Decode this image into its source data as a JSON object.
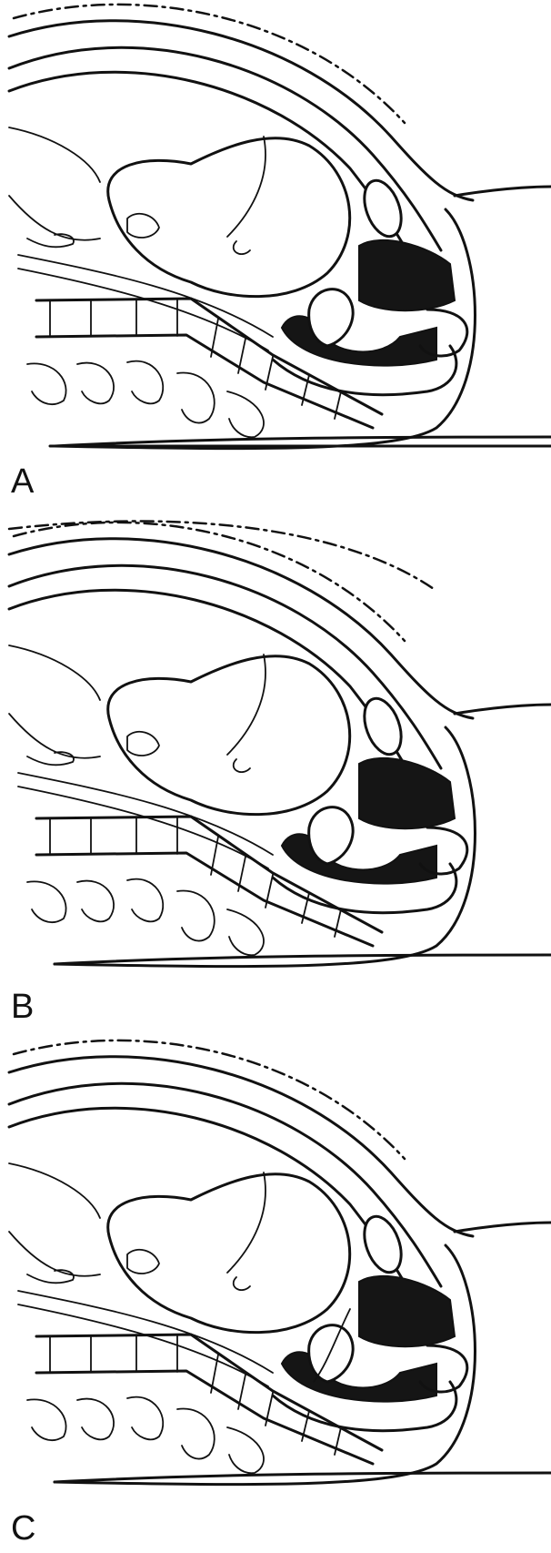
{
  "figure": {
    "panels": [
      {
        "id": "panel-a",
        "label": "A"
      },
      {
        "id": "panel-b",
        "label": "B"
      },
      {
        "id": "panel-c",
        "label": "C"
      }
    ]
  }
}
